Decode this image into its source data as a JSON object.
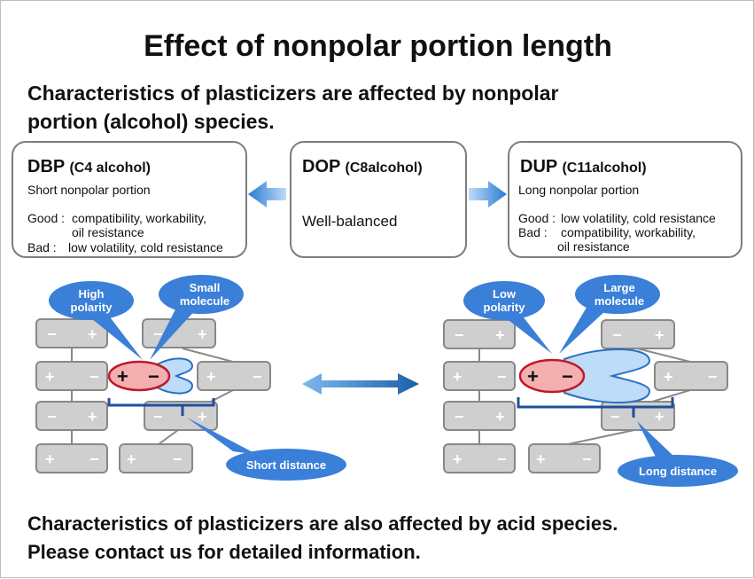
{
  "title": "Effect of nonpolar portion length",
  "intro": {
    "line1": "Characteristics of plasticizers are affected by nonpolar",
    "line2": "portion (alcohol) species."
  },
  "boxes": {
    "dbp": {
      "name": "DBP",
      "alcohol": "(C4 alcohol)",
      "portion": "Short nonpolar portion",
      "good_label": "Good :",
      "good_1": "compatibility, workability,",
      "good_2": "oil resistance",
      "bad_label": "Bad :",
      "bad": "low volatility, cold resistance"
    },
    "dop": {
      "name": "DOP",
      "alcohol": "(C8alcohol)",
      "desc": "Well-balanced"
    },
    "dup": {
      "name": "DUP",
      "alcohol": "(C11alcohol)",
      "portion": "Long nonpolar portion",
      "good_label": "Good :",
      "good": "low volatility, cold resistance",
      "bad_label": "Bad :",
      "bad_1": "compatibility, workability,",
      "bad_2": "oil resistance"
    }
  },
  "diagram_left": {
    "callout_polarity": [
      "High",
      "polarity"
    ],
    "callout_molecule": [
      "Small",
      "molecule"
    ],
    "callout_distance": "Short distance"
  },
  "diagram_right": {
    "callout_polarity": [
      "Low",
      "polarity"
    ],
    "callout_molecule": [
      "Large",
      "molecule"
    ],
    "callout_distance": "Long distance"
  },
  "symbols": {
    "plus": "+",
    "minus": "−"
  },
  "footer": {
    "line1": "Characteristics of plasticizers are also affected by acid species.",
    "line2": "Please contact us for detailed information."
  },
  "colors": {
    "callout_blue": "#3a7fd8",
    "arrow_blue": "#2a7ad0",
    "polymer_gray": "#cfcfcf",
    "polar_red": "#f4b0b0",
    "polar_border": "#c0182a",
    "nonpolar_blue": "#bcdcf8"
  }
}
